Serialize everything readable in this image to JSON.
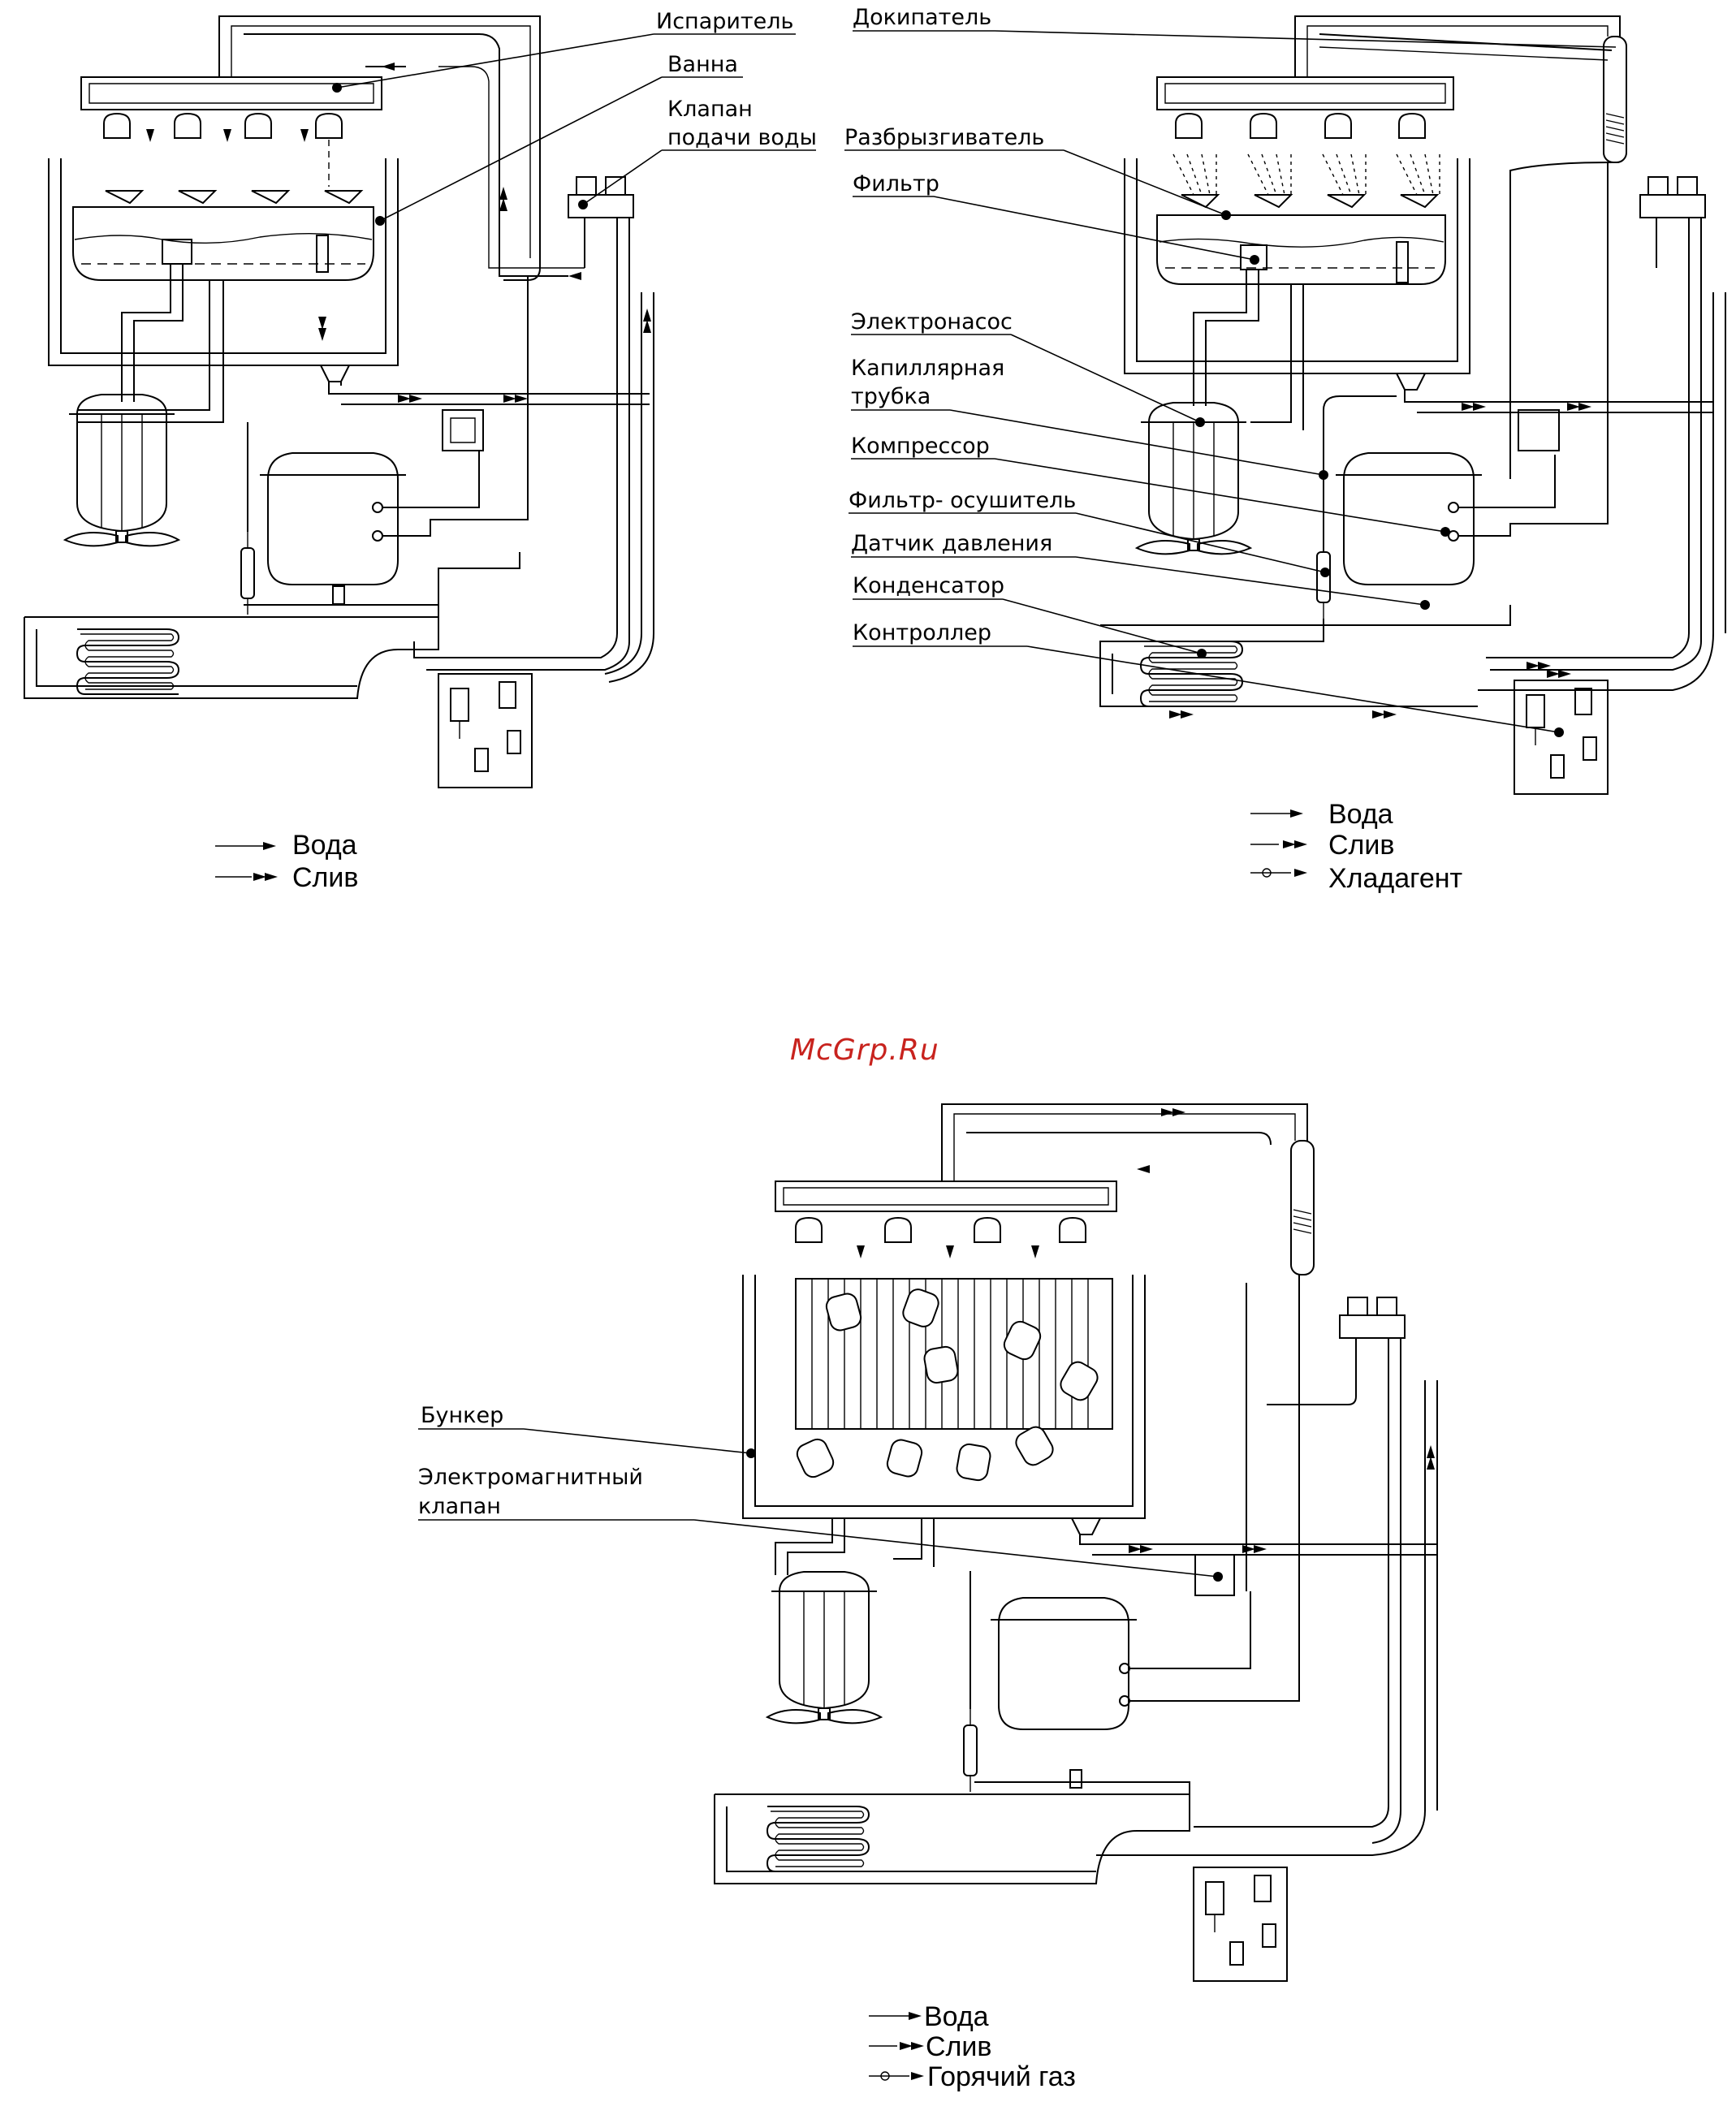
{
  "watermark": "McGrp.Ru",
  "diagram1": {
    "labels": {
      "evaporator": "Испаритель",
      "bath": "Ванна",
      "valve_line1": "Клапан",
      "valve_line2": "подачи воды"
    },
    "legend": {
      "water": "Вода",
      "drain": "Слив"
    }
  },
  "diagram2": {
    "labels": {
      "boiler": "Докипатель",
      "sprayer": "Разбрызгиватель",
      "filter": "Фильтр",
      "pump": "Электронасос",
      "capillary_line1": "Капиллярная",
      "capillary_line2": "трубка",
      "compressor": "Компрессор",
      "drier": "Фильтр- осушитель",
      "pressure_sensor": "Датчик давления",
      "condenser": "Конденсатор",
      "controller": "Контроллер"
    },
    "legend": {
      "water": "Вода",
      "drain": "Слив",
      "refrigerant": "Хладагент"
    }
  },
  "diagram3": {
    "labels": {
      "bunker": "Бункер",
      "solenoid_line1": "Электромагнитный",
      "solenoid_line2": "клапан"
    },
    "legend": {
      "water": "Вода",
      "drain": "Слив",
      "hot_gas": "Горячий газ"
    }
  }
}
